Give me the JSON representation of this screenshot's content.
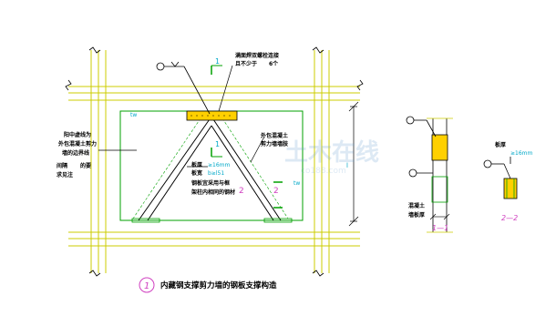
{
  "labels": {
    "anchor_note_l1": "满面焊双螺栓连接",
    "anchor_note_l2": "且不少于",
    "anchor_note_count": "6个",
    "wall_note_l1": "外包混凝土",
    "wall_note_l2": "剪力墙墙肢",
    "center_note_l1": "阳中虚线为",
    "center_note_l2": "外包混凝土剪力",
    "center_note_l3": "墙的边界线",
    "spacing_note_l1": "间隔",
    "spacing_note_l2": "的要",
    "spacing_note_l3": "求见注",
    "plate_thk": "板厚",
    "plate_thk_val": "≥16mm",
    "plate_wid": "板宽",
    "plate_wid_val": "b≥l51",
    "steel_note_l1": "钢板宜采用与框",
    "steel_note_l2": "架柱内相同的钢材",
    "right_wall_l1": "混凝土",
    "right_wall_l2": "墙板厚",
    "right_plate": "板厚",
    "right_plate_val": "≥16mm"
  },
  "section_marks": {
    "s1_top": "1",
    "s2_bottom": "2",
    "s1_label": "1—1",
    "s2_label": "2—2"
  },
  "caption": {
    "number": "1",
    "title": "内藏钢支撑剪力墙的钢板支撑构造"
  },
  "watermark": {
    "main": "土木在线",
    "sub": "co188.com"
  },
  "colors": {
    "line": "#000000",
    "green": "#00a000",
    "yellow": "#e8e800",
    "cyan": "#00a8c8",
    "magenta": "#d040c0",
    "hatch": "#ffd000"
  }
}
